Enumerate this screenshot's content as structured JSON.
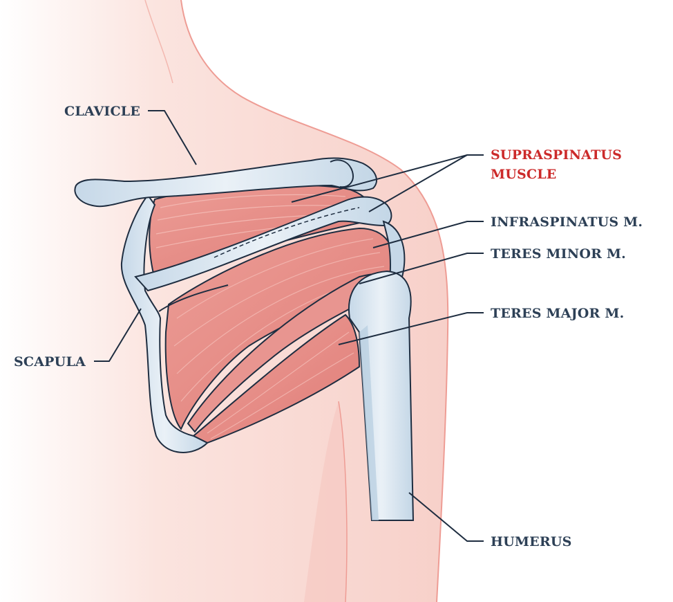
{
  "colors": {
    "skin": "#f9d9d3",
    "skin_dark": "#f3c2ba",
    "skin_outline": "#ee9c94",
    "muscle": "#e3837f",
    "muscle_light": "#f0aaa3",
    "muscle_highlight": "#d9463f",
    "bone": "#dde8f2",
    "bone_shadow": "#b6cde0",
    "outline": "#1e2d40",
    "label": "#2d4056",
    "label_highlight": "#cc2a2a"
  },
  "labels": {
    "clavicle": "CLAVICLE",
    "supraspinatus_line1": "SUPRASPINATUS",
    "supraspinatus_line2": "MUSCLE",
    "infraspinatus": "INFRASPINATUS M.",
    "teres_minor": "TERES MINOR M.",
    "teres_major": "TERES MAJOR M.",
    "scapula": "SCAPULA",
    "humerus": "HUMERUS"
  }
}
